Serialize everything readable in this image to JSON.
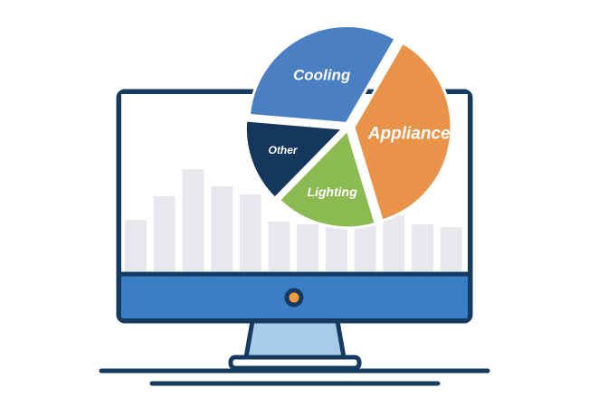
{
  "colors": {
    "outline": "#163A5F",
    "screen": "#FFFFFF",
    "bars": "#E8E8EC",
    "bezel": "#3A7EC5",
    "button_fill": "#F29A3E",
    "stand_glass": "#A9CBEA"
  },
  "chart_data": [
    {
      "type": "pie",
      "title": "",
      "labels": [
        "Appliances",
        "Lighting",
        "Other",
        "Cooling"
      ],
      "values": [
        37,
        17,
        14,
        32
      ],
      "colors": [
        "#E8924A",
        "#8BBA52",
        "#15375C",
        "#4A7FC1"
      ]
    },
    {
      "type": "bar",
      "title": "",
      "values": [
        57,
        83,
        113,
        94,
        85,
        55,
        52,
        50,
        52,
        62,
        52,
        49
      ],
      "ylim": [
        0,
        120
      ],
      "color": "#E8E8EC"
    }
  ]
}
